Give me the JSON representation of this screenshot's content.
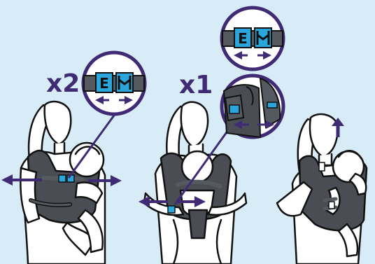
{
  "steps": [
    {
      "multiplier_label": "x2",
      "arrow_direction": "outward"
    },
    {
      "multiplier_label": "x1",
      "arrow_direction": "outward"
    },
    {
      "multiplier_label": "",
      "arrow_direction": "up"
    }
  ],
  "buckle_letter": "E",
  "colors": {
    "background": "#d8ecf7",
    "accent_purple": "#3f2a73",
    "buckle_blue": "#2aa6dc",
    "strap_gray": "#555a60",
    "carrier_dark": "#4a4e54",
    "outline": "#111111",
    "fill_white": "#ffffff"
  },
  "icons": [
    "buckle-icon",
    "double-arrow-icon",
    "up-arrow-icon"
  ]
}
